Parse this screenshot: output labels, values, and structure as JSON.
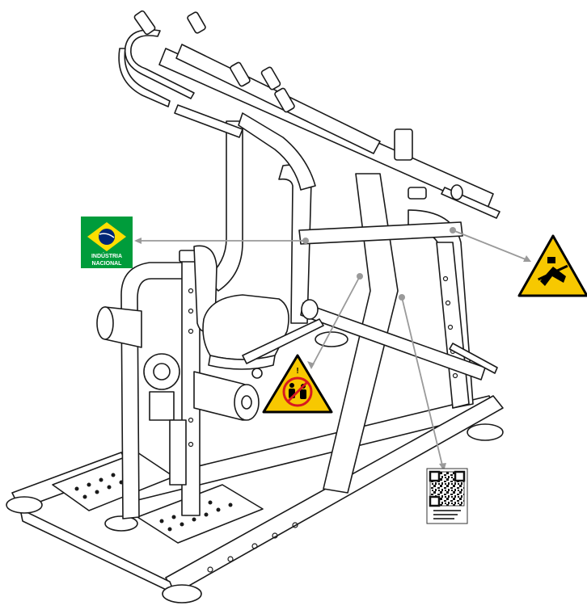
{
  "diagram": {
    "labels": [
      {
        "id": "brazil-flag",
        "type": "brazil-flag-sticker",
        "text_lines": [
          "INDÚSTRIA",
          "NACIONAL"
        ],
        "colors": {
          "green": "#009c3b",
          "yellow": "#ffdf00",
          "blue": "#002776"
        }
      },
      {
        "id": "crush-warning",
        "type": "warning-triangle",
        "icon": "hand-crush-icon",
        "colors": {
          "fill": "#f7c800",
          "stroke": "#000000"
        }
      },
      {
        "id": "children-warning",
        "type": "warning-triangle",
        "icon": "no-children-icon",
        "colors": {
          "fill": "#f7c800",
          "stroke": "#000000",
          "prohibit": "#d71920"
        }
      },
      {
        "id": "qr-manual",
        "type": "qr-code-label",
        "text_lines": []
      }
    ],
    "leader_line_color": "#9a9a9a"
  }
}
